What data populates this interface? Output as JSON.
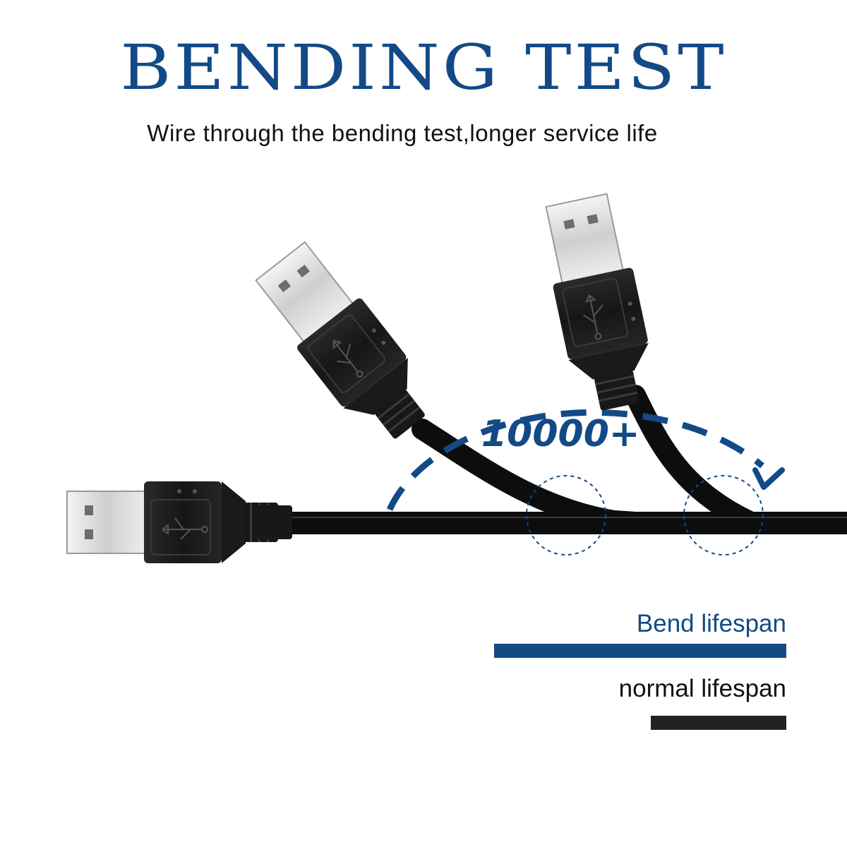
{
  "header": {
    "title": "BENDING TEST",
    "subtitle": "Wire through the bending test,longer service life"
  },
  "badge": {
    "count_label": "10000+"
  },
  "legend": {
    "items": [
      {
        "label": "Bend lifespan",
        "color": "#134a86"
      },
      {
        "label": "normal lifespan",
        "color": "#222222"
      }
    ]
  },
  "colors": {
    "accent": "#134a86",
    "cable": "#0d0d0d",
    "plug_metal": "#d8d8d8"
  },
  "icons": [
    "usb-trident-icon",
    "arc-arrow-icon"
  ]
}
